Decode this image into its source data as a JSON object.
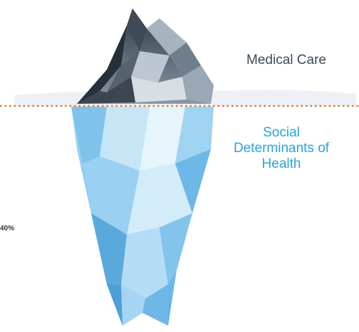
{
  "labels": {
    "above_water": "Medical Care",
    "below_water_lines": [
      "Social",
      "Determinants of",
      "Health"
    ],
    "side_percent": "40%"
  },
  "colors": {
    "waterline": "#e07a2a",
    "above_text": "#3c4a57",
    "below_text": "#2aa3d8",
    "iceberg_top": "#4a5866",
    "iceberg_bottom": "#8cc9ee"
  },
  "icons": {
    "iceberg": "iceberg-illustration"
  }
}
